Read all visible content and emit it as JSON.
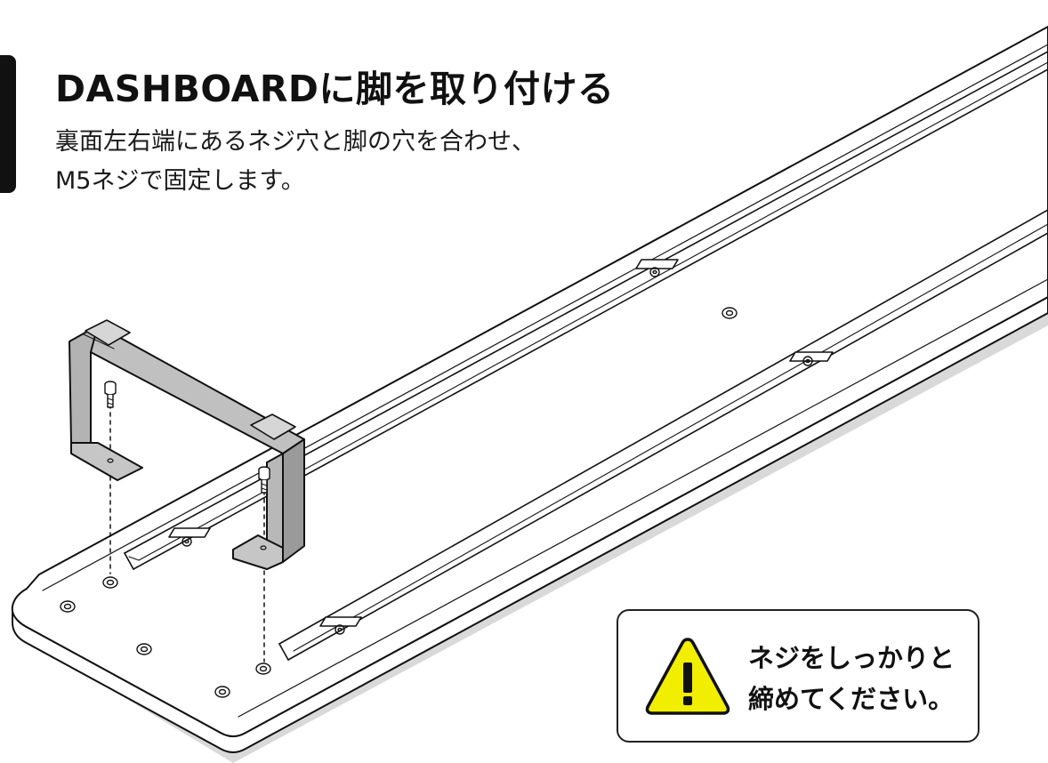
{
  "heading": {
    "title": "DASHBOARDに脚を取り付ける",
    "description_line1": "裏面左右端にあるネジ穴と脚の穴を合わせ、",
    "description_line2": "M5ネジで固定します。"
  },
  "warning": {
    "icon": "warning-triangle-icon",
    "line1": "ネジをしっかりと",
    "line2": "締めてください。",
    "icon_color": "#f2ee00"
  },
  "colors": {
    "ink": "#111111",
    "leg_fill": "#b3b3b3",
    "pad_fill": "#d6d6d6",
    "board_fill": "#ffffff"
  }
}
